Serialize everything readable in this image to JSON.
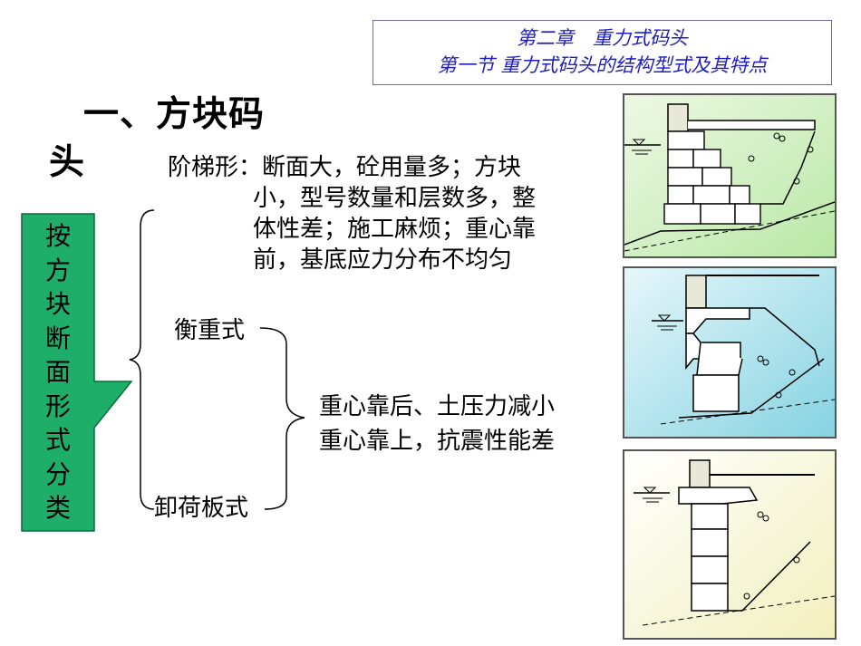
{
  "header": {
    "chapter": "第二章　重力式码头",
    "section": "第一节 重力式码头的结构型式及其特点"
  },
  "title": {
    "line1": "一、方块码",
    "line2": "头"
  },
  "classification_label": [
    "按",
    "方",
    "块",
    "断",
    "面",
    "形",
    "式",
    "分",
    "类"
  ],
  "types": {
    "stepped": {
      "line1": "阶梯形：断面大，砼用量多；方块",
      "line2": "小，型号数量和层数多，整",
      "line3": "体性差；施工麻烦；重心靠",
      "line4": "前，基底应力分布不均匀"
    },
    "counterweight": "衡重式",
    "relief_slab": "卸荷板式",
    "shared_note": {
      "line1": "重心靠后、土压力减小",
      "line2": "重心靠上，抗震性能差"
    }
  },
  "colors": {
    "header_text": "#1c1cc4",
    "label_fill": "#1fae6a",
    "panel1_bg": "#b9e8a6",
    "panel2_bg": "#9fdde8",
    "panel3_bg": "#f2f0bd"
  }
}
